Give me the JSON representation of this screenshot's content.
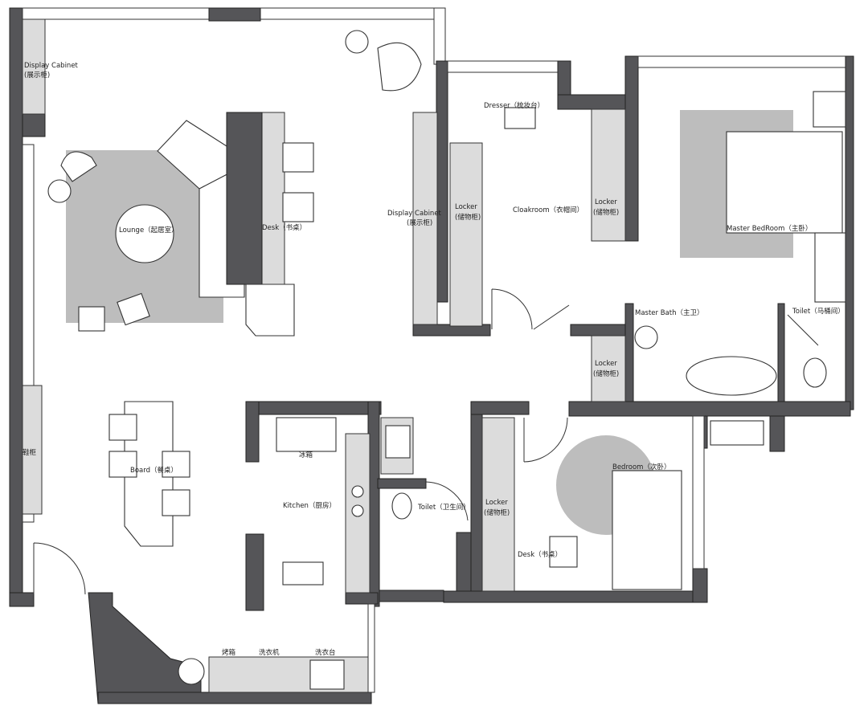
{
  "labels": {
    "display_cabinet_left": "Display Cabinet",
    "display_cabinet_left_cn": "(展示柜)",
    "lounge": "Lounge（起居室）",
    "desk_lounge": "Desk（书桌）",
    "display_cabinet_mid": "Display Cabinet",
    "display_cabinet_mid_cn": "(展示柜)",
    "locker_1": "Locker",
    "locker_1_cn": "(储物柜)",
    "dresser": "Dresser（梳妆台）",
    "cloakroom": "Cloakroom（衣帽间）",
    "locker_2": "Locker",
    "locker_2_cn": "(储物柜)",
    "master_bedroom": "Master BedRoom（主卧）",
    "master_bath": "Master Bath（主卫）",
    "toilet_master": "Toilet（马桶间）",
    "locker_3": "Locker",
    "locker_3_cn": "(储物柜)",
    "shoe_cabinet": "鞋柜",
    "board": "Board（餐桌）",
    "fridge": "冰箱",
    "kitchen": "Kitchen（厨房）",
    "toilet": "Toilet（卫生间）",
    "locker_4": "Locker",
    "locker_4_cn": "(储物柜)",
    "bedroom": "Bedroom（次卧）",
    "desk_bedroom": "Desk（书桌）",
    "oven": "烤箱",
    "washer": "洗衣机",
    "laundry_sink": "洗衣台"
  }
}
